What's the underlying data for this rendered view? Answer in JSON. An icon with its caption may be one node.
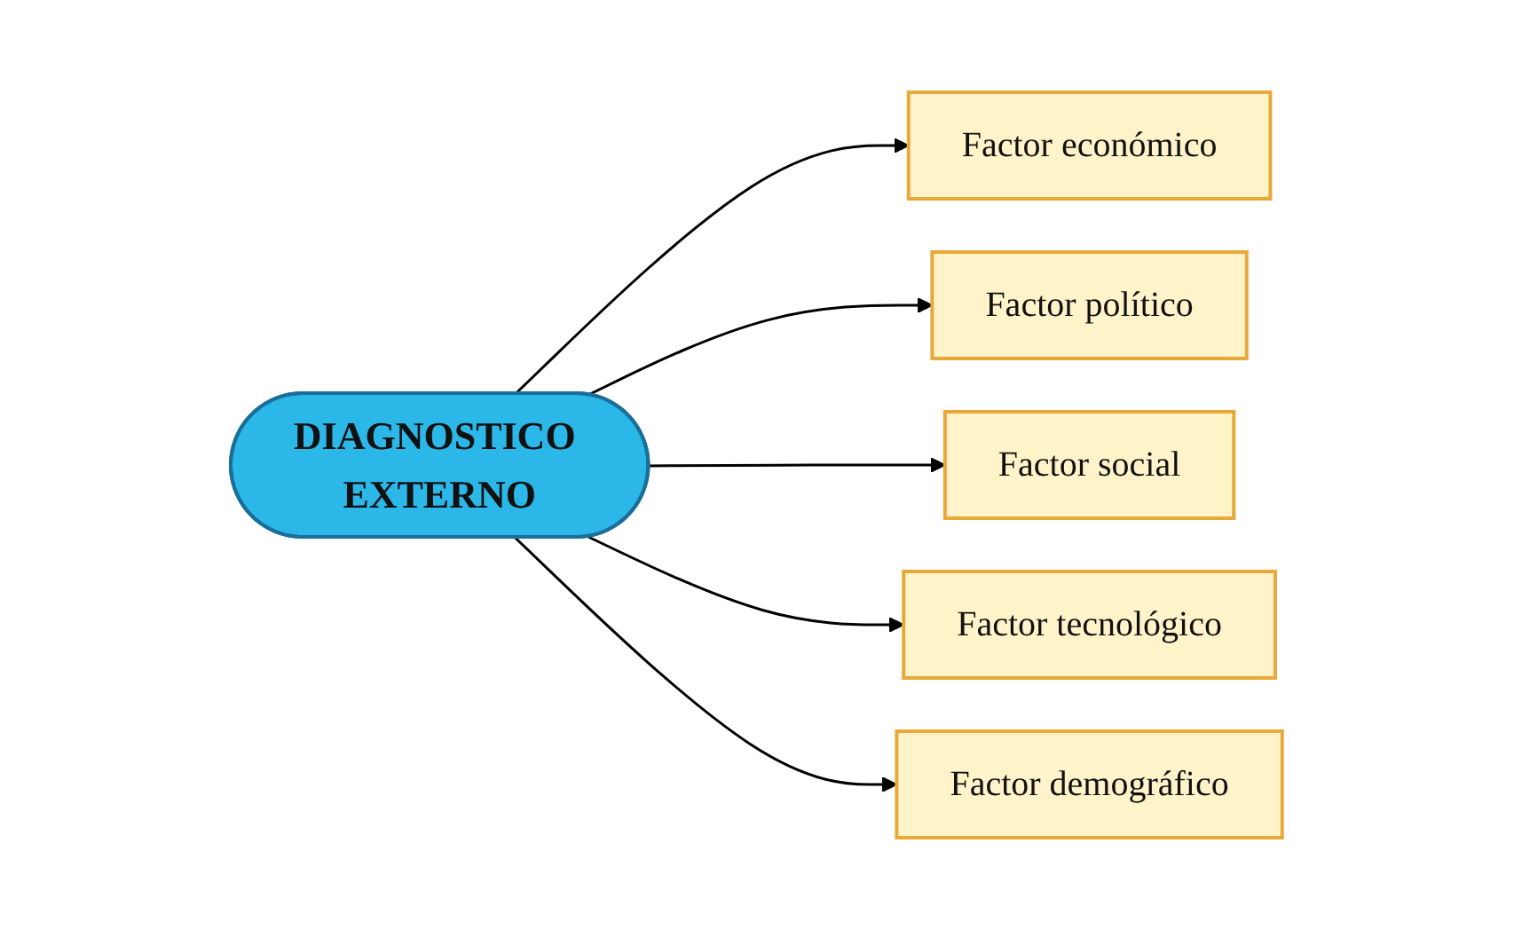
{
  "diagram": {
    "nodes": [
      {
        "text": [
          "DIAGNOSTICO EXTERNO"
        ]
      },
      {
        "text": [
          "Factor económico"
        ]
      },
      {
        "text": [
          "Factor político"
        ]
      },
      {
        "text": [
          "Factor social"
        ]
      },
      {
        "text": [
          "Factor tecnológico"
        ]
      },
      {
        "text": [
          "Factor demográfico"
        ]
      }
    ],
    "edges": [
      {
        "from": 0,
        "to": 1,
        "arrow": "to"
      },
      {
        "from": 0,
        "to": 2,
        "arrow": "to"
      },
      {
        "from": 0,
        "to": 3,
        "arrow": "to"
      },
      {
        "from": 0,
        "to": 4,
        "arrow": "to"
      },
      {
        "from": 0,
        "to": 5,
        "arrow": "to"
      }
    ]
  }
}
